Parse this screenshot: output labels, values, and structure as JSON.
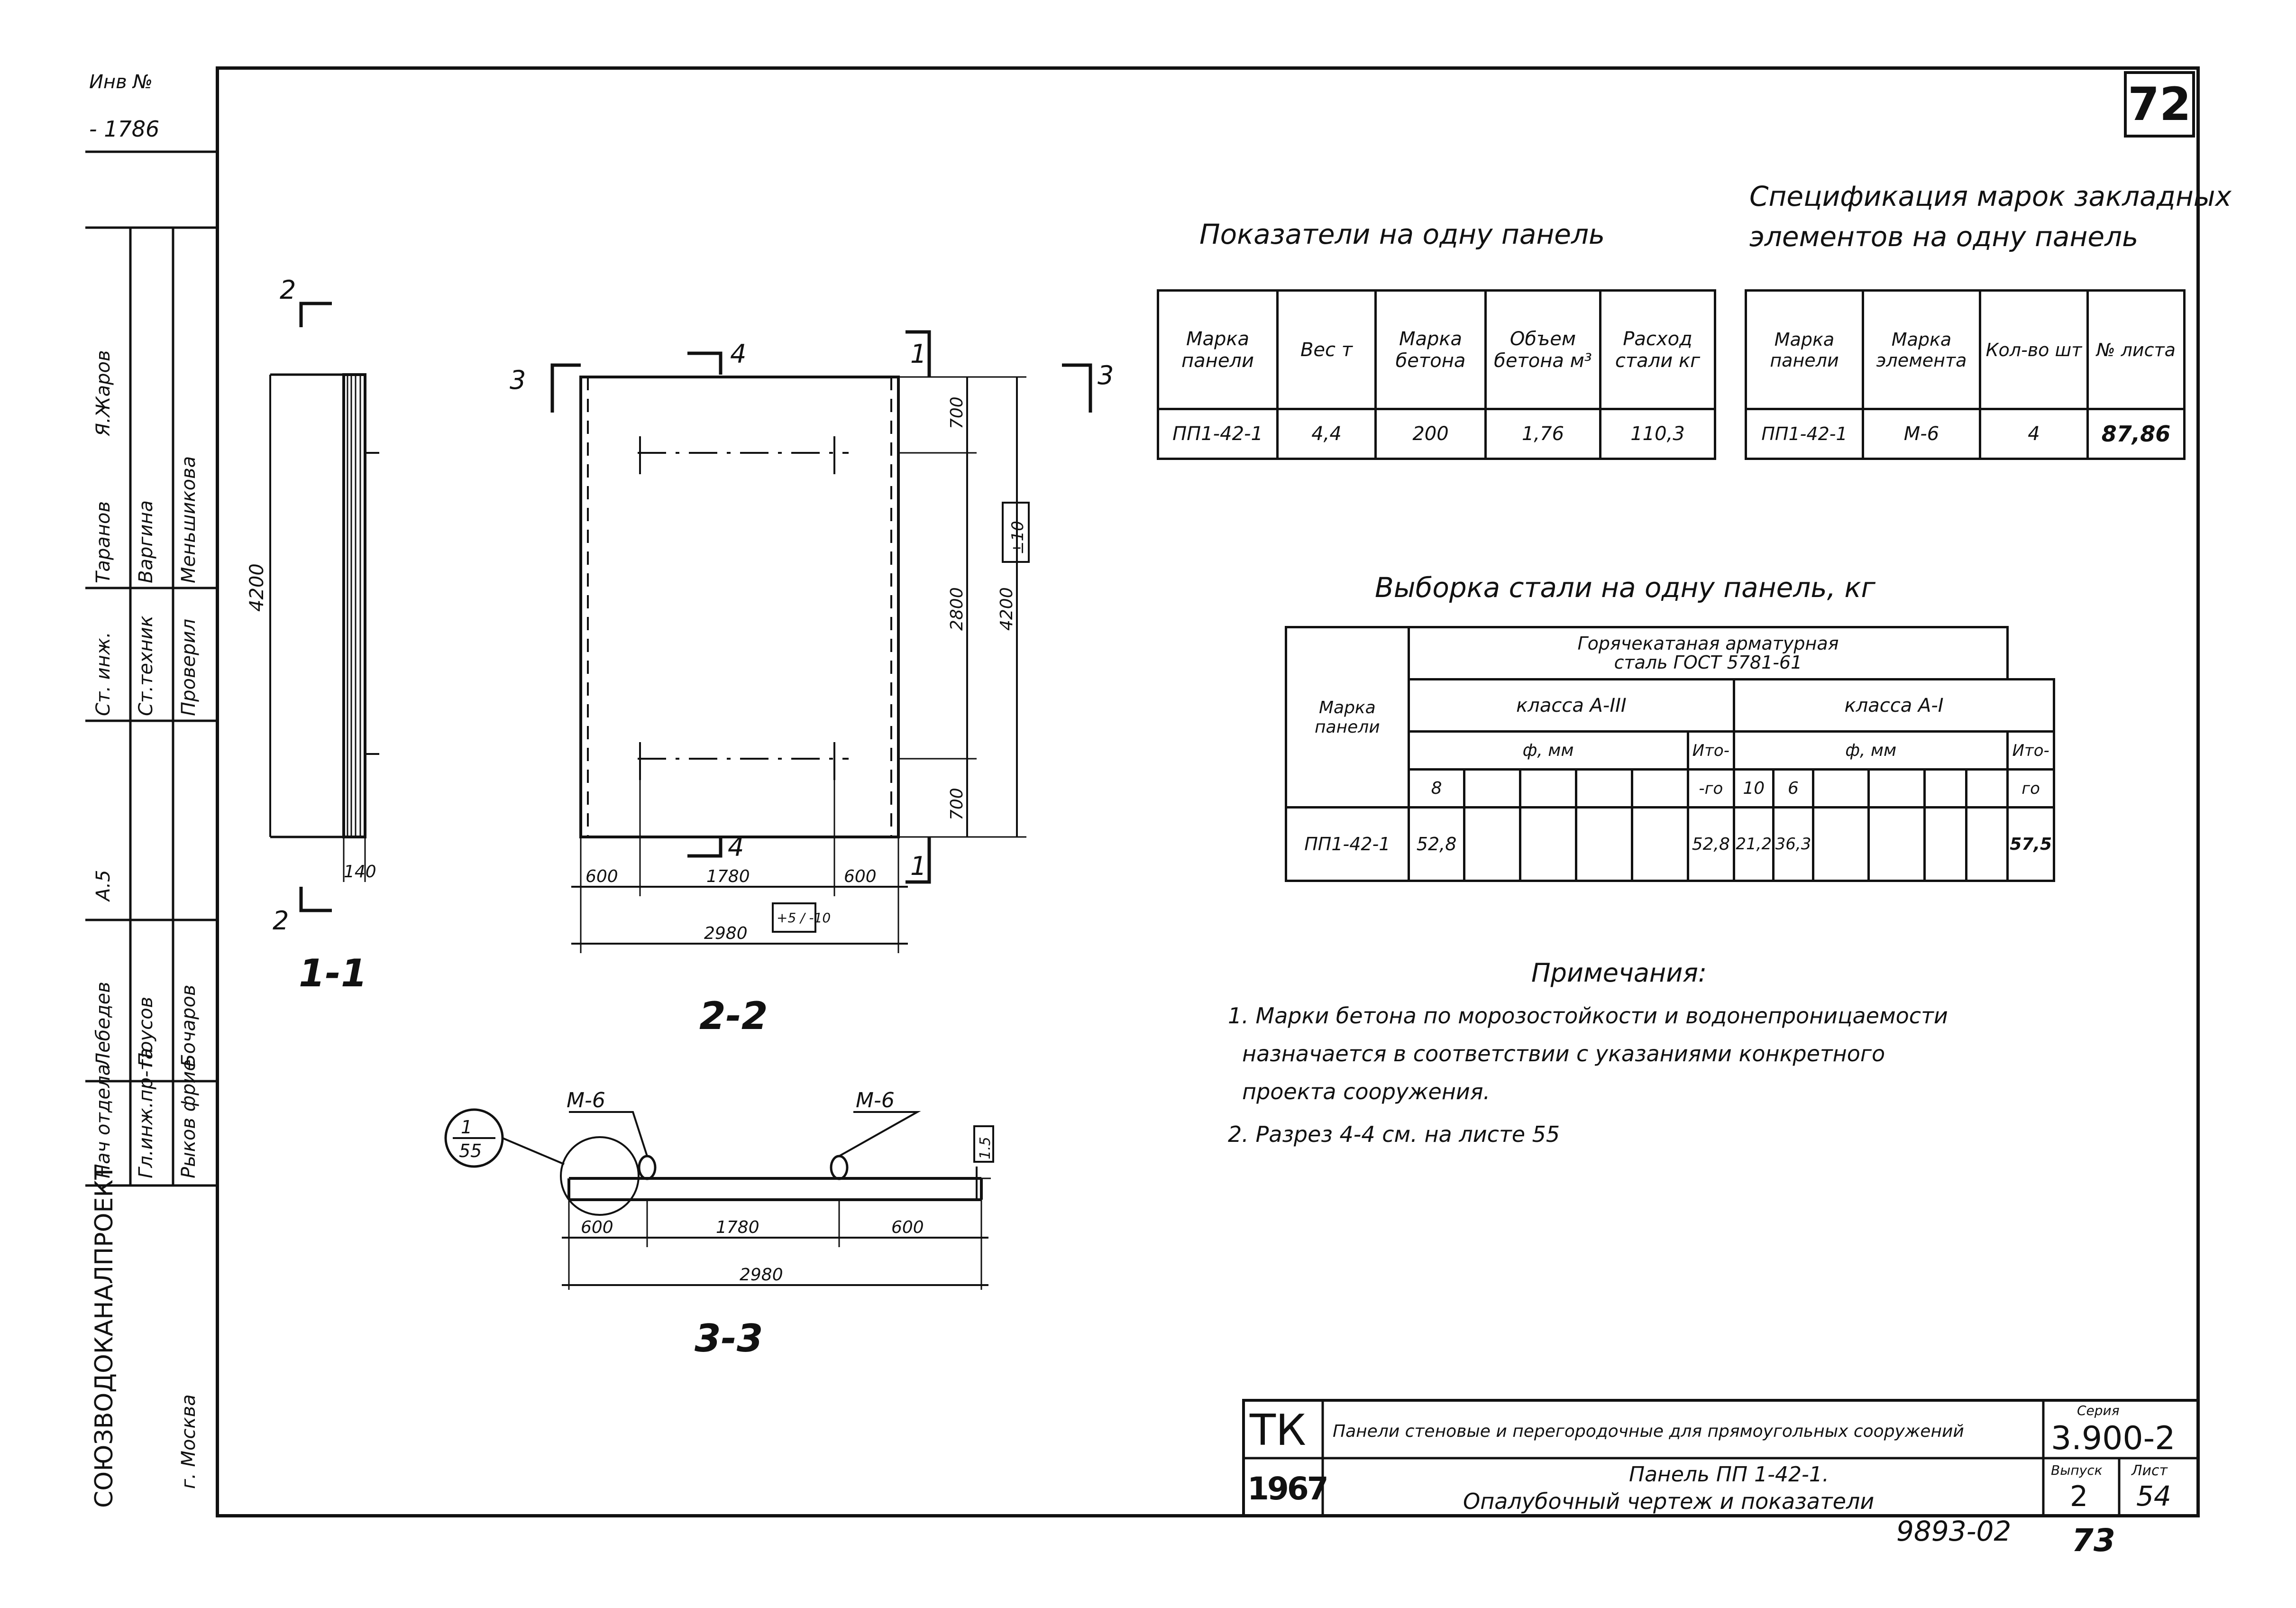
{
  "archive": {
    "label": "Инв №",
    "number": "- 1786"
  },
  "page_number": "72",
  "left_strip": {
    "rows": [
      {
        "title": "Нач отдела",
        "post": "Гл.инж.пр-та",
        "name": "Рыков фрие"
      },
      {
        "title": "Лебедев",
        "post": "Поусов",
        "name": "Бочаров"
      },
      {
        "title": "А.5",
        "post": "",
        "name": ""
      },
      {
        "title": "Ст. инж.",
        "post": "Ст.техник",
        "name": "Проверил"
      },
      {
        "title": "Таранов",
        "post": "Варгина",
        "name": "Меньшикова"
      },
      {
        "title": "Я.Жаров",
        "post": "",
        "name": ""
      }
    ],
    "org": "СОЮЗВОДОКАНАЛПРОЕКТ",
    "city": "г. Москва"
  },
  "section_1_1": {
    "label": "1-1",
    "height": "4200",
    "thickness": "140",
    "cut_label": "2"
  },
  "section_2_2": {
    "label": "2-2",
    "cut_left": "3",
    "cut_right": "3",
    "cut_top": "4",
    "cut_bottom": "4",
    "mark_1": "1",
    "dims_v": [
      "700",
      "2800",
      "700"
    ],
    "total_v": "4200",
    "tol_v": "±10",
    "dims_h": [
      "600",
      "1780",
      "600"
    ],
    "total_h": "2980",
    "tol_h": "+5 / -10"
  },
  "section_3_3": {
    "label": "3-3",
    "callout_top": "1",
    "callout_bottom": "55",
    "embed_left": "М-6",
    "embed_right": "М-6",
    "dims_h": [
      "600",
      "1780",
      "600"
    ],
    "total_h": "2980",
    "dim_v": "1.5"
  },
  "indicators": {
    "title": "Показатели на одну панель",
    "headers": [
      "Марка панели",
      "Вес т",
      "Марка бетона",
      "Объем бетона м³",
      "Расход стали кг"
    ],
    "row": [
      "ПП1-42-1",
      "4,4",
      "200",
      "1,76",
      "110,3"
    ]
  },
  "embeds": {
    "title_1": "Спецификация марок закладных",
    "title_2": "элементов на одну панель",
    "headers": [
      "Марка панели",
      "Марка элемента",
      "Кол-во шт",
      "№ листа"
    ],
    "row": [
      "ПП1-42-1",
      "М-6",
      "4",
      "87,86"
    ]
  },
  "steel": {
    "title": "Выборка стали на одну панель, кг",
    "h_group_1": "Горячекатаная арматурная",
    "h_group_2": "сталь ГОСТ 5781-61",
    "h_panel": "Марка панели",
    "h_cls3": "класса А-III",
    "h_cls1": "класса А-I",
    "h_phi": "ф, мм",
    "h_total": "Ито-",
    "h_total_a": "-го",
    "h_total_b": "го",
    "d3": [
      "8",
      "",
      "",
      "",
      ""
    ],
    "d1": [
      "10",
      "6",
      "",
      "",
      "",
      ""
    ],
    "row_mark": "ПП1-42-1",
    "row_3": [
      "52,8",
      "",
      "",
      "",
      ""
    ],
    "row_3_total": "52,8",
    "row_1": [
      "21,2",
      "36,3",
      "",
      "",
      "",
      ""
    ],
    "row_1_total": "57,5"
  },
  "notes": {
    "title": "Примечания:",
    "items": [
      "1. Марки бетона по морозостойкости и водонепроницаемости",
      "назначается в соответствии с указаниями конкретного",
      "проекта сооружения.",
      "2. Разрез 4-4 см. на листе 55"
    ]
  },
  "stamp": {
    "tk": "ТК",
    "year": "1967",
    "subject": "Панели стеновые и перегородочные для прямоугольных сооружений",
    "series_label": "Серия",
    "series": "3.900-2",
    "sheet_title_1": "Панель ПП 1-42-1.",
    "sheet_title_2": "Опалубочный чертеж и показатели",
    "issue_label": "Выпуск",
    "issue": "2",
    "sheet_label": "Лист",
    "sheet": "54"
  },
  "footer_code": "9893-02",
  "footer_page": "73"
}
